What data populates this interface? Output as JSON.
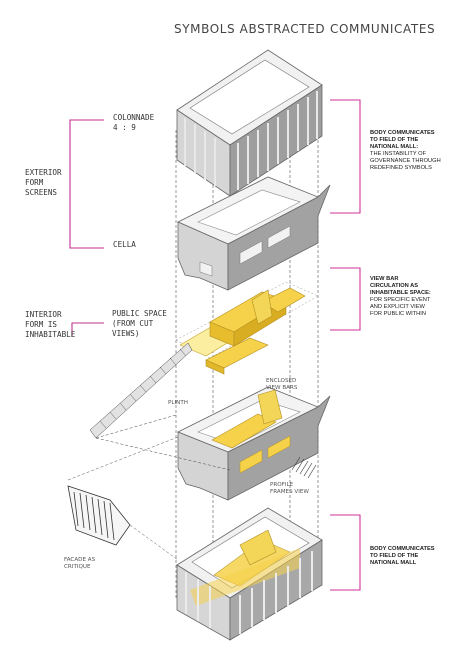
{
  "headers": {
    "symbols": "SYMBOLS ABSTRACTED",
    "communicates": "COMMUNICATES"
  },
  "left_labels": {
    "colonnade": "COLONNADE\n4 : 9",
    "exterior": "EXTERIOR\nFORM\nSCREENS",
    "cella": "CELLA",
    "interior": "INTERIOR\nFORM IS\nINHABITABLE",
    "public_space": "PUBLIC SPACE\n(FROM CUT\nVIEWS)",
    "plinth": "PLINTH",
    "facade": "FACADE AS\nCRITIQUE"
  },
  "annotations": {
    "enclosed": "ENCLOSED\nVIEW BARS",
    "profile": "PROFILE\nFRAMES VIEW"
  },
  "right_notes": [
    {
      "bold": "BODY COMMUNICATES\nTO FIELD OF THE\nNATIONAL MALL:",
      "text": "THE INSTABILITY OF\nGOVERNANCE THROUGH\nREDEFINED SYMBOLS"
    },
    {
      "bold": "VIEW BAR\nCIRCULATION AS\nINHABITABLE SPACE:",
      "text": "FOR SPECIFIC EVENT\nAND EXPLICIT VIEW\nFOR PUBLIC WITHIN"
    },
    {
      "bold": "BODY COMMUNICATES\nTO FIELD OF THE\nNATIONAL MALL",
      "text": ""
    }
  ],
  "colors": {
    "bracket_left": "#c0308f",
    "bracket_right": "#d0339a",
    "volume_yellow": "#f5d24a",
    "volume_light": "#fbeea0",
    "gray_dark": "#9d9d9d",
    "gray_mid": "#c4c4c4",
    "gray_light": "#e6e6e6"
  }
}
